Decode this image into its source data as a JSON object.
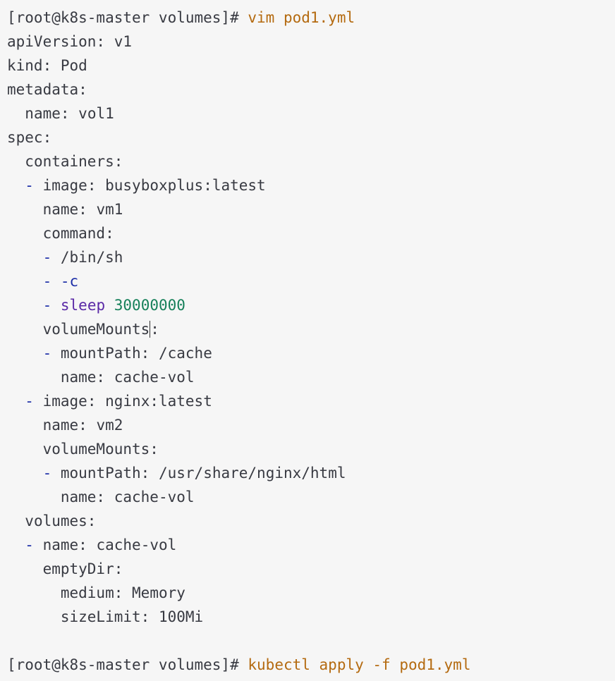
{
  "terminal": {
    "prompt_1": "[root@k8s-master volumes]#",
    "command_1": "vim pod1.yml",
    "prompt_2": "[root@k8s-master volumes]#",
    "command_2": "kubectl apply -f pod1.yml"
  },
  "yaml": {
    "apiVersion_key": "apiVersion:",
    "apiVersion_val": "v1",
    "kind_key": "kind:",
    "kind_val": "Pod",
    "metadata_key": "metadata:",
    "meta_name_key": "name:",
    "meta_name_val": "vol1",
    "spec_key": "spec:",
    "containers_key": "containers:",
    "c1_image_key": "image:",
    "c1_image_val": "busyboxplus:latest",
    "c1_name_key": "name:",
    "c1_name_val": "vm1",
    "c1_command_key": "command:",
    "c1_cmd_1": "/bin/sh",
    "c1_cmd_2": "-c",
    "c1_cmd_3_word": "sleep",
    "c1_cmd_3_num": "30000000",
    "c1_vm_key_a": "volumeMounts",
    "c1_vm_key_b": ":",
    "c1_mount_key": "mountPath:",
    "c1_mount_val": "/cache",
    "c1_mount_name_key": "name:",
    "c1_mount_name_val": "cache-vol",
    "c2_image_key": "image:",
    "c2_image_val": "nginx:latest",
    "c2_name_key": "name:",
    "c2_name_val": "vm2",
    "c2_vm_key": "volumeMounts:",
    "c2_mount_key": "mountPath:",
    "c2_mount_val": "/usr/share/nginx/html",
    "c2_mount_name_key": "name:",
    "c2_mount_name_val": "cache-vol",
    "volumes_key": "volumes:",
    "vol_name_key": "name:",
    "vol_name_val": "cache-vol",
    "emptydir_key": "emptyDir:",
    "medium_key": "medium:",
    "medium_val": "Memory",
    "sizelimit_key": "sizeLimit:",
    "sizelimit_val": "100Mi",
    "dash": "-"
  }
}
